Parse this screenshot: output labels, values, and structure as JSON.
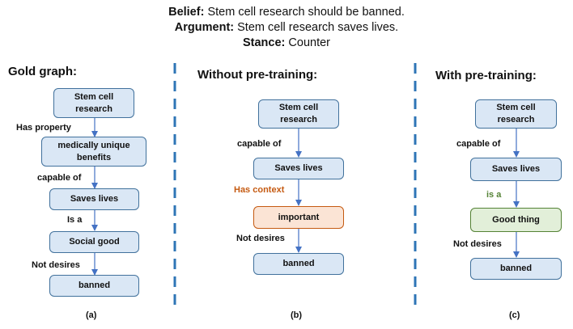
{
  "header": {
    "belief_key": "Belief:",
    "belief_text": " Stem cell research should be banned.",
    "argument_key": "Argument:",
    "argument_text": " Stem cell research saves lives.",
    "stance_key": "Stance:",
    "stance_text": " Counter"
  },
  "colors": {
    "node_blue_fill": "#dae7f5",
    "node_blue_border": "#41719c",
    "node_orange_fill": "#fbe4d5",
    "node_orange_border": "#c55a11",
    "node_green_fill": "#e2efd9",
    "node_green_border": "#548235",
    "divider": "#2e75b6",
    "arrow": "#4472c4"
  },
  "panels": {
    "a": {
      "title": "Gold graph:",
      "caption": "(a)",
      "nodes": [
        "Stem cell research",
        "medically unique benefits",
        "Saves lives",
        "Social good",
        "banned"
      ],
      "edges": [
        "Has property",
        "capable of",
        "Is a",
        "Not desires"
      ]
    },
    "b": {
      "title": "Without pre-training:",
      "caption": "(b)",
      "nodes": [
        "Stem cell research",
        "Saves lives",
        "important",
        "banned"
      ],
      "edges": [
        "capable of",
        "Has context",
        "Not desires"
      ]
    },
    "c": {
      "title": "With pre-training:",
      "caption": "(c)",
      "nodes": [
        "Stem cell research",
        "Saves lives",
        "Good thing",
        "banned"
      ],
      "edges": [
        "capable of",
        "is a",
        "Not desires"
      ]
    }
  }
}
